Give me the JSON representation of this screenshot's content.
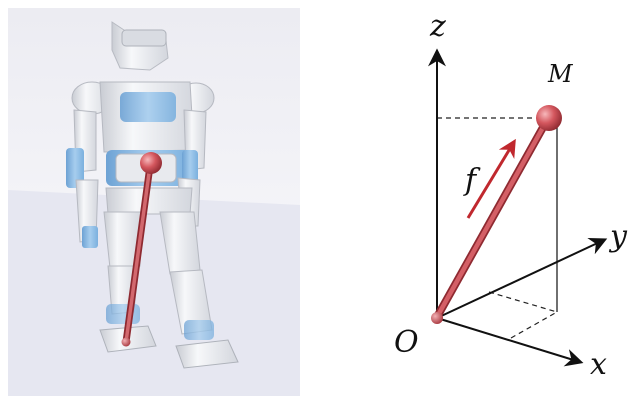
{
  "diagram": {
    "axis_labels": {
      "z": "z",
      "y": "y",
      "x": "x",
      "origin": "O",
      "mass": "M"
    },
    "force_label": "f",
    "colors": {
      "rod": "#c9555c",
      "rod_dark": "#8f2a31",
      "force_arrow": "#c0282e",
      "axis": "#111111",
      "dashed": "#222222",
      "robot_white": "#eef0f3",
      "robot_blue": "#8fbde6",
      "render_bg": "#f1f2f7"
    },
    "icons": [
      "humanoid-robot-render",
      "inverted-pendulum-model"
    ]
  }
}
